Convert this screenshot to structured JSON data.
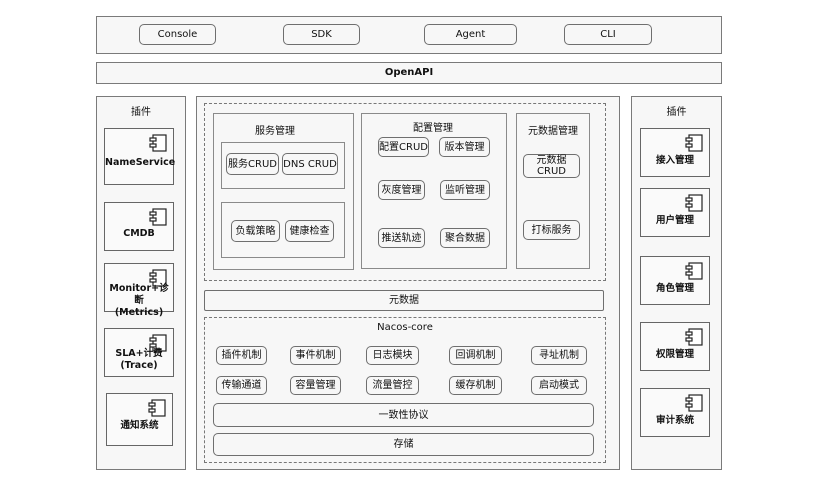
{
  "top": {
    "clients": [
      "Console",
      "SDK",
      "Agent",
      "CLI"
    ],
    "openapi": "OpenAPI"
  },
  "left": {
    "title": "插件",
    "items": [
      "NameService",
      "CMDB",
      "Monitor+诊断\n(Metrics)",
      "SLA+计费\n(Trace)",
      "通知系统"
    ]
  },
  "right": {
    "title": "插件",
    "items": [
      "接入管理",
      "用户管理",
      "角色管理",
      "权限管理",
      "审计系统"
    ]
  },
  "service": {
    "title": "服务管理",
    "group1": [
      "服务CRUD",
      "DNS CRUD"
    ],
    "group2": [
      "负载策略",
      "健康检查"
    ]
  },
  "config": {
    "title": "配置管理",
    "items": [
      "配置CRUD",
      "版本管理",
      "灰度管理",
      "监听管理",
      "推送轨迹",
      "聚合数据"
    ]
  },
  "metadata": {
    "title": "元数据管理",
    "items": [
      "元数据\nCRUD",
      "打标服务"
    ]
  },
  "metadata_bar": "元数据",
  "core": {
    "title": "Nacos-core",
    "row1": [
      "插件机制",
      "事件机制",
      "日志模块",
      "回调机制",
      "寻址机制"
    ],
    "row2": [
      "传输通道",
      "容量管理",
      "流量管控",
      "缓存机制",
      "启动模式"
    ],
    "consistency": "一致性协议",
    "storage": "存储"
  },
  "icons": {
    "component": "component-icon"
  }
}
